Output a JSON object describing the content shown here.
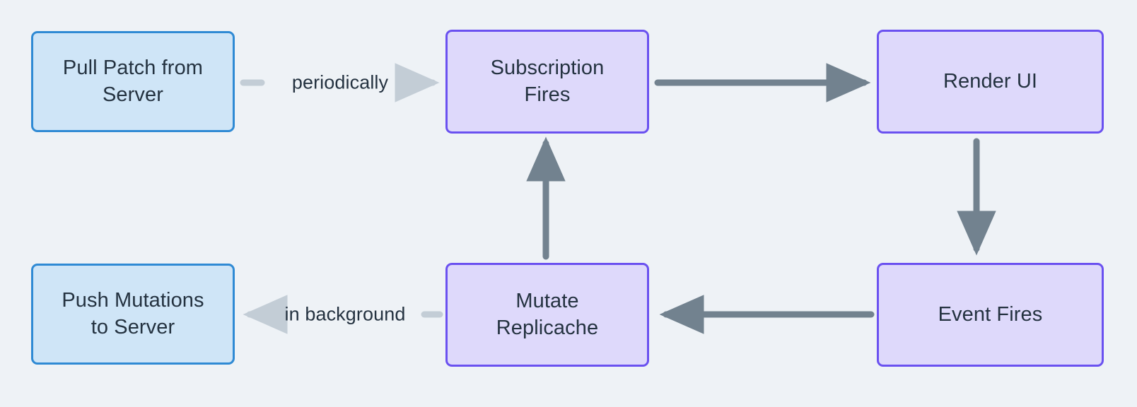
{
  "diagram": {
    "type": "flowchart",
    "background_color": "#eef2f6",
    "nodes": [
      {
        "id": "pull",
        "label": "Pull Patch from\nServer",
        "style": "blue",
        "fill": "#cfe5f7",
        "stroke": "#2f8ad4",
        "text_color": "#243240"
      },
      {
        "id": "subscription",
        "label": "Subscription\nFires",
        "style": "purple",
        "fill": "#ded9fb",
        "stroke": "#6a51f0",
        "text_color": "#243240"
      },
      {
        "id": "render",
        "label": "Render UI",
        "style": "purple",
        "fill": "#ded9fb",
        "stroke": "#6a51f0",
        "text_color": "#243240"
      },
      {
        "id": "push",
        "label": "Push Mutations\nto Server",
        "style": "blue",
        "fill": "#cfe5f7",
        "stroke": "#2f8ad4",
        "text_color": "#243240"
      },
      {
        "id": "mutate",
        "label": "Mutate\nReplicache",
        "style": "purple",
        "fill": "#ded9fb",
        "stroke": "#6a51f0",
        "text_color": "#243240"
      },
      {
        "id": "event",
        "label": "Event Fires",
        "style": "purple",
        "fill": "#ded9fb",
        "stroke": "#6a51f0",
        "text_color": "#243240"
      }
    ],
    "edges": [
      {
        "id": "e-pull-subscription",
        "from": "pull",
        "to": "subscription",
        "label": "periodically",
        "color": "#c3cdd6",
        "direction": "right"
      },
      {
        "id": "e-subscription-render",
        "from": "subscription",
        "to": "render",
        "label": "",
        "color": "#72828f",
        "direction": "right"
      },
      {
        "id": "e-render-event",
        "from": "render",
        "to": "event",
        "label": "",
        "color": "#72828f",
        "direction": "down"
      },
      {
        "id": "e-event-mutate",
        "from": "event",
        "to": "mutate",
        "label": "",
        "color": "#72828f",
        "direction": "left"
      },
      {
        "id": "e-mutate-push",
        "from": "mutate",
        "to": "push",
        "label": "in background",
        "color": "#c3cdd6",
        "direction": "left"
      },
      {
        "id": "e-mutate-subscription",
        "from": "mutate",
        "to": "subscription",
        "label": "",
        "color": "#72828f",
        "direction": "up"
      }
    ]
  }
}
